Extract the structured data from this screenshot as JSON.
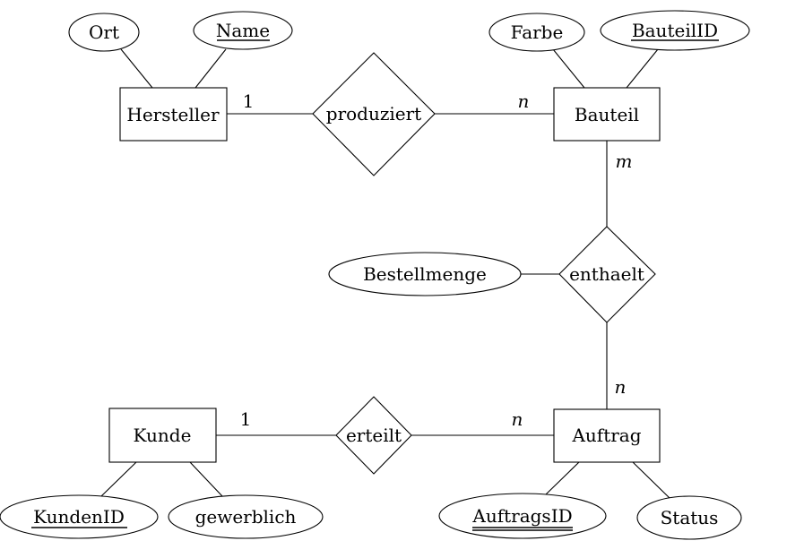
{
  "entities": {
    "hersteller": "Hersteller",
    "bauteil": "Bauteil",
    "kunde": "Kunde",
    "auftrag": "Auftrag"
  },
  "relationships": {
    "produziert": "produziert",
    "enthaelt": "enthaelt",
    "erteilt": "erteilt"
  },
  "attributes": {
    "ort": "Ort",
    "name": "Name",
    "farbe": "Farbe",
    "bauteil_id": "BauteilID",
    "bestellmenge": "Bestellmenge",
    "kunden_id": "KundenID",
    "gewerblich": "gewerblich",
    "auftrags_id": "AuftragsID",
    "status": "Status"
  },
  "cardinalities": {
    "hersteller_produziert": "1",
    "produziert_bauteil": "n",
    "bauteil_enthaelt": "m",
    "enthaelt_auftrag": "n",
    "kunde_erteilt": "1",
    "erteilt_auftrag": "n"
  }
}
